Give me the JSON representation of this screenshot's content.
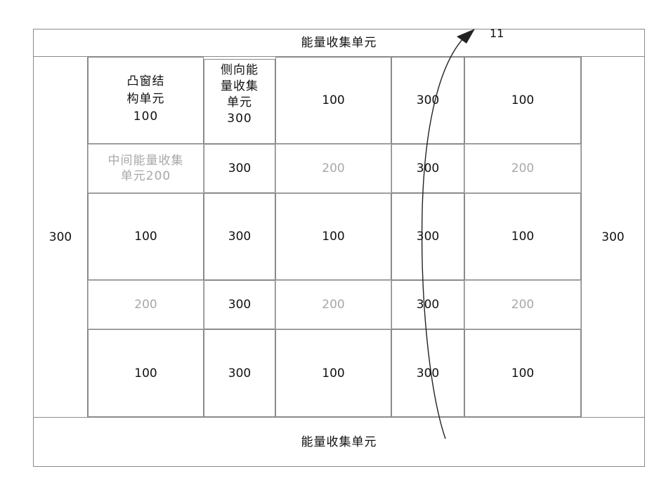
{
  "top_bar": {
    "label": "能量收集单元"
  },
  "bottom_bar": {
    "label": "能量收集单元"
  },
  "left_column": {
    "label": "300"
  },
  "right_column": {
    "label": "300"
  },
  "grid": {
    "row1": {
      "c1": "凸窗结\n构单元\n100",
      "c2": "侧向能\n量收集\n单元\n300",
      "c3": "100",
      "c4": "300",
      "c5": "100"
    },
    "row2": {
      "c1": "中间能量收集\n单元200",
      "c2": "300",
      "c3": "200",
      "c4": "300",
      "c5": "200"
    },
    "row3": {
      "c1": "100",
      "c2": "300",
      "c3": "100",
      "c4": "300",
      "c5": "100"
    },
    "row4": {
      "c1": "200",
      "c2": "300",
      "c3": "200",
      "c4": "300",
      "c5": "200"
    },
    "row5": {
      "c1": "100",
      "c2": "300",
      "c3": "100",
      "c4": "300",
      "c5": "100"
    }
  },
  "annotation": {
    "label": "11"
  }
}
